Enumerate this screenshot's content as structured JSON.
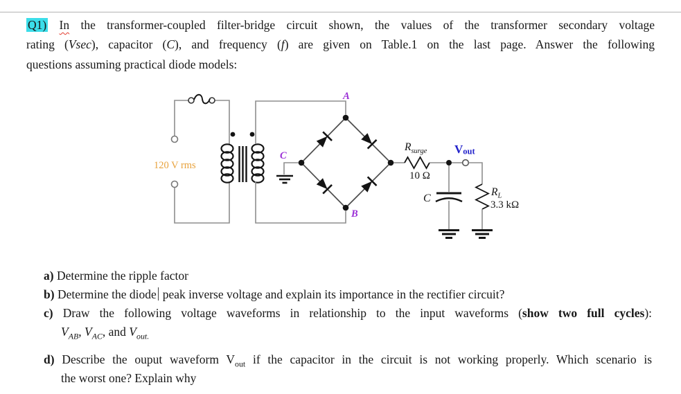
{
  "intro": {
    "line1": {
      "q_label": "Q1)",
      "word2": "In",
      "rest": "the transformer-coupled filter-bridge circuit shown, the values of the transformer secondary voltage"
    },
    "line2": {
      "seg1": "rating (",
      "i1": "Vsec",
      "seg2": "), capacitor (",
      "i2": "C",
      "seg3": "), and frequency (",
      "i3": "f",
      "seg4": ") are given on Table.1 on the last page. Answer the following"
    },
    "line3": "questions assuming practical diode models:"
  },
  "circuit": {
    "source_label": "120 V rms",
    "node_labels": {
      "a": "A",
      "b": "B",
      "c": "C"
    },
    "surge_resistor": {
      "symbol": "R",
      "subscript": "surge",
      "value": "10 Ω"
    },
    "output_label": {
      "symbol": "V",
      "subscript": "out"
    },
    "capacitor_label": "C",
    "load_resistor": {
      "symbol": "R",
      "subscript": "L",
      "value": "3.3 kΩ"
    },
    "colors": {
      "highlight": "#3bdde9",
      "node_label": "#9b2fd6",
      "output_label": "#2323cb",
      "source_label": "#e8a23c",
      "wire": "#8e8e8e",
      "component": "#141414"
    }
  },
  "questions": {
    "a": {
      "label": "a)",
      "text": "Determine the ripple factor"
    },
    "b": {
      "label": "b)",
      "before_caret": "Determine the diode",
      "after_caret": "peak inverse voltage and explain its importance in the rectifier circuit?"
    },
    "c": {
      "label": "c)",
      "seg1": "Draw the following voltage waveforms in relationship to the input waveforms (",
      "bold": "show two full cycles",
      "seg2": "):"
    },
    "c_waveforms": {
      "v1": "V",
      "v1_sub": "AB",
      "sep1": ", ",
      "v2": "V",
      "v2_sub": "AC",
      "sep2": ", and ",
      "v3": "V",
      "v3_sub": "out."
    },
    "d": {
      "label": "d)",
      "seg1": "Describe the ouput waveform",
      "v": "V",
      "v_sub": "out",
      "seg2": " if the capacitor in the circuit is not working properly. Which scenario is",
      "line2": "the worst one? Explain why"
    }
  }
}
